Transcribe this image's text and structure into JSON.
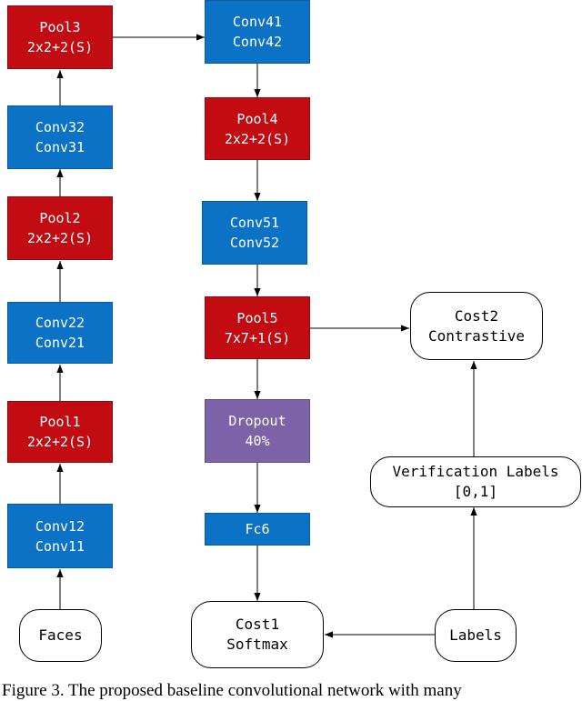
{
  "nodes": {
    "pool3": {
      "line1": "Pool3",
      "line2": "2x2+2(S)"
    },
    "conv32": {
      "line1": "Conv32",
      "line2": "Conv31"
    },
    "pool2": {
      "line1": "Pool2",
      "line2": "2x2+2(S)"
    },
    "conv22": {
      "line1": "Conv22",
      "line2": "Conv21"
    },
    "pool1": {
      "line1": "Pool1",
      "line2": "2x2+2(S)"
    },
    "conv12": {
      "line1": "Conv12",
      "line2": "Conv11"
    },
    "faces": {
      "line1": "Faces"
    },
    "conv41": {
      "line1": "Conv41",
      "line2": "Conv42"
    },
    "pool4": {
      "line1": "Pool4",
      "line2": "2x2+2(S)"
    },
    "conv51": {
      "line1": "Conv51",
      "line2": "Conv52"
    },
    "pool5": {
      "line1": "Pool5",
      "line2": "7x7+1(S)"
    },
    "dropout": {
      "line1": "Dropout",
      "line2": "40%"
    },
    "fc6": {
      "line1": "Fc6"
    },
    "cost1": {
      "line1": "Cost1",
      "line2": "Softmax"
    },
    "cost2": {
      "line1": "Cost2",
      "line2": "Contrastive"
    },
    "verification": {
      "line1": "Verification Labels",
      "line2": "[0,1]"
    },
    "labels": {
      "line1": "Labels"
    }
  },
  "colors": {
    "pool": "#c20c12",
    "conv": "#0b72c6",
    "dropout": "#7c63a7"
  },
  "caption": "Figure 3. The proposed baseline convolutional network with many"
}
